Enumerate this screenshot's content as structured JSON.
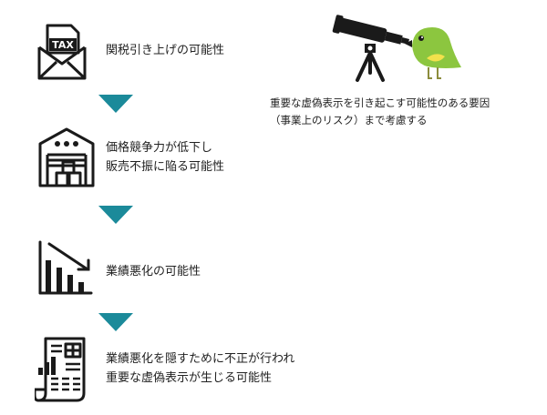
{
  "steps": [
    {
      "lines": [
        "関税引き上げの可能性"
      ],
      "icon": "tax-envelope-icon",
      "icon_text": "TAX"
    },
    {
      "lines": [
        "価格競争力が低下し",
        "販売不振に陥る可能性"
      ],
      "icon": "warehouse-icon"
    },
    {
      "lines": [
        "業績悪化の可能性"
      ],
      "icon": "declining-chart-icon"
    },
    {
      "lines": [
        "業績悪化を隠すために不正が行われ",
        "重要な虚偽表示が生じる可能性"
      ],
      "icon": "financial-report-icon"
    }
  ],
  "note": {
    "lines": [
      "重要な虚偽表示を引き起こす可能性のある要因",
      "（事業上のリスク）まで考慮する"
    ],
    "illustration": [
      "telescope-icon",
      "bird-icon"
    ]
  },
  "colors": {
    "arrow": "#1b8a9a",
    "icon": "#1a1a1a",
    "bird_body": "#8cc63f",
    "bird_belly": "#f2e14c"
  }
}
